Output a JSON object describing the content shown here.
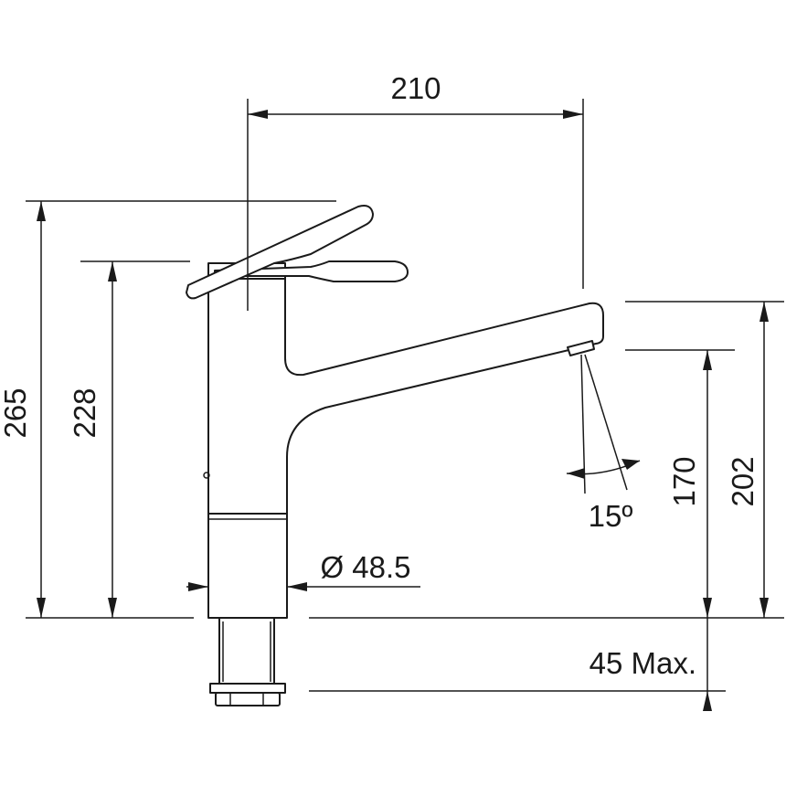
{
  "dimensions": {
    "spout_reach": "210",
    "total_height": "265",
    "body_height": "228",
    "spout_top_height": "202",
    "spout_clearance": "170",
    "aerator_swivel_angle": "15º",
    "body_diameter": "Ø 48.5",
    "max_deck_thickness": "45 Max."
  },
  "colors": {
    "line": "#1a1a1a",
    "background": "#ffffff"
  }
}
